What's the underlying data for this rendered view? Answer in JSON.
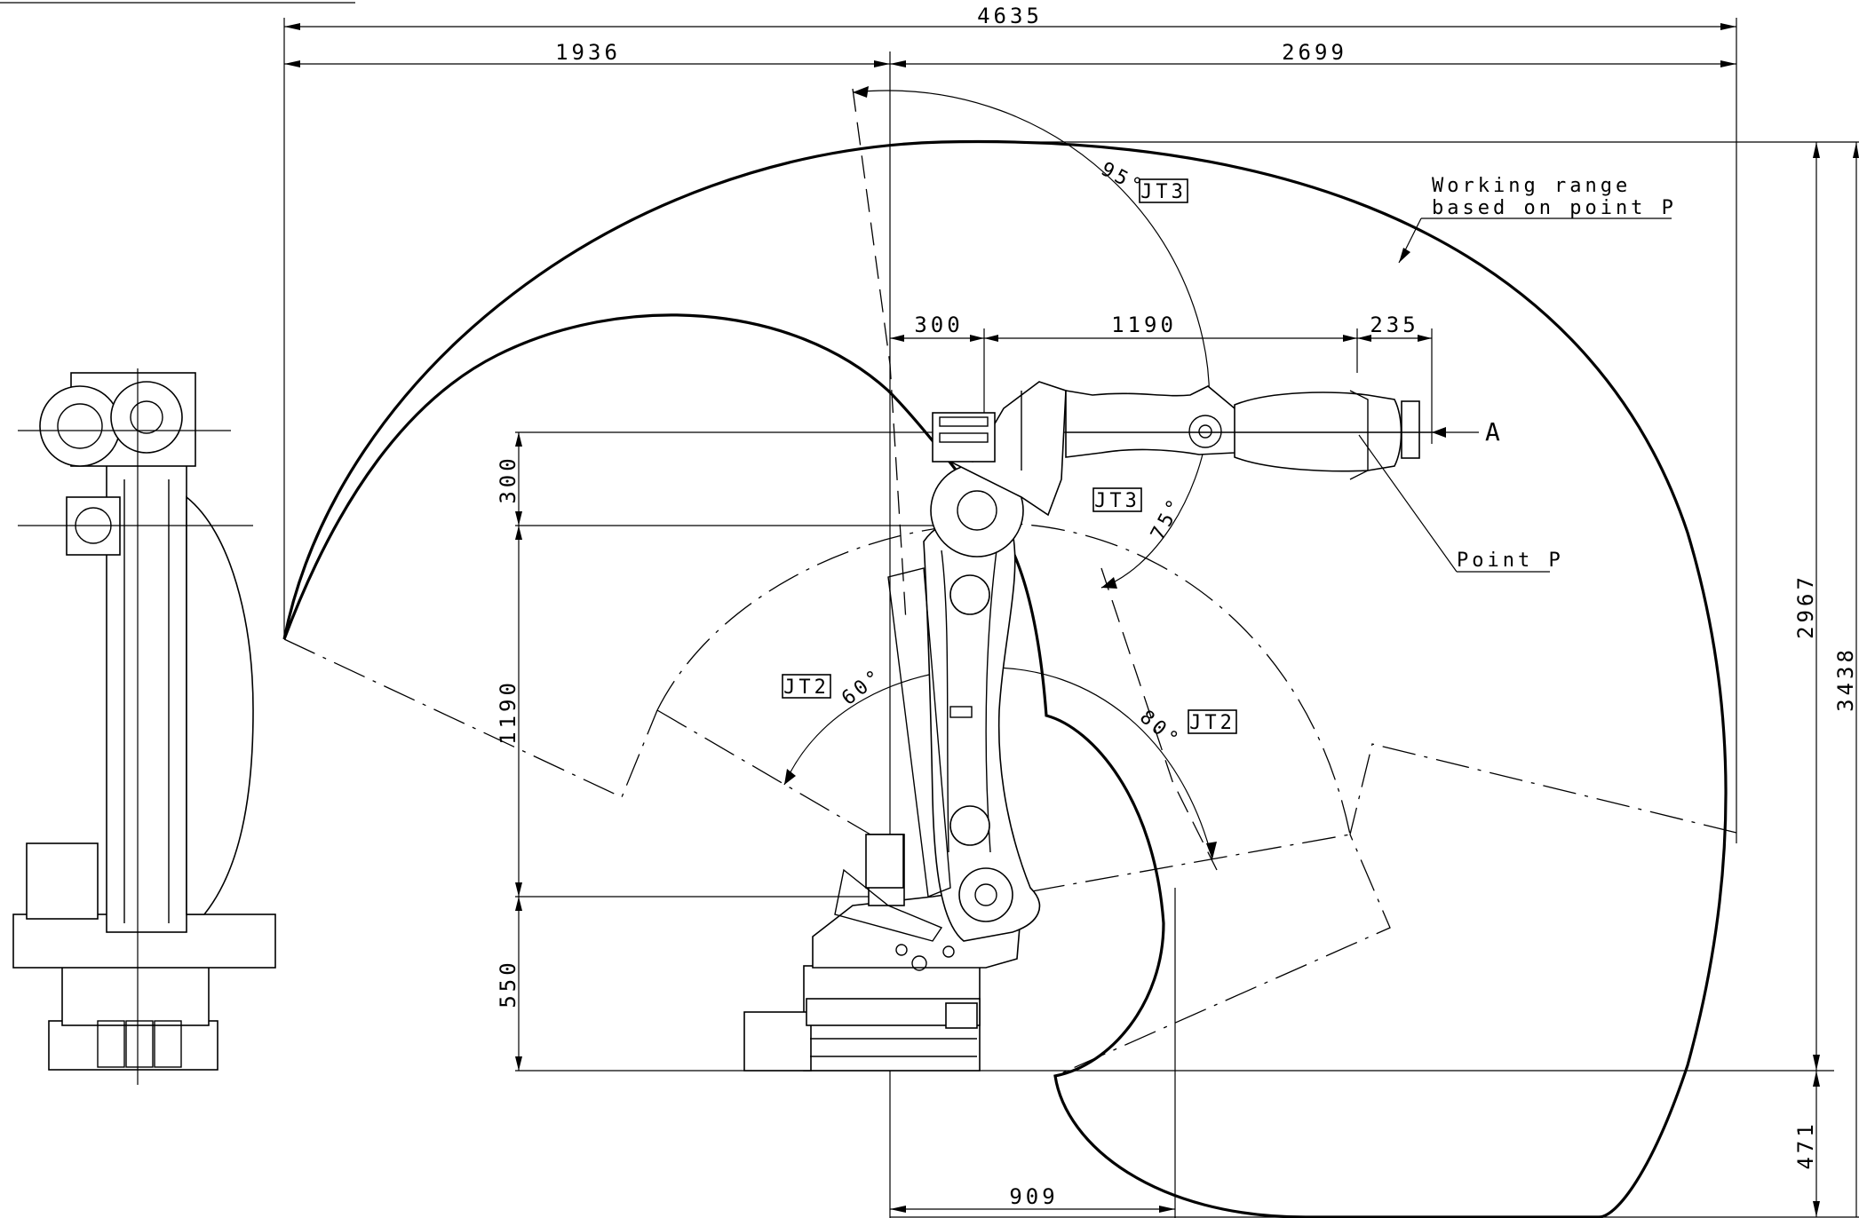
{
  "dimensions": {
    "overall_width": "4635",
    "rear_reach": "1936",
    "front_reach": "2699",
    "upper_offset": "300",
    "arm_length": "1190",
    "wrist_length": "235",
    "shoulder_offset": "300",
    "lower_arm_length": "1190",
    "base_height": "550",
    "max_height": "2967",
    "total_height": "3438",
    "below_floor": "471",
    "front_clearance": "909"
  },
  "angles": {
    "jt3_upper": "95°",
    "jt3_lower": "75°",
    "jt2_rear": "60°",
    "jt2_front": "80°"
  },
  "axis_labels": {
    "jt3_a": "JT3",
    "jt3_b": "JT3",
    "jt2_a": "JT2",
    "jt2_b": "JT2"
  },
  "annotations": {
    "working_range_line1": "Working range",
    "working_range_line2": "based on point P",
    "point_p": "Point P",
    "view_a": "A"
  }
}
